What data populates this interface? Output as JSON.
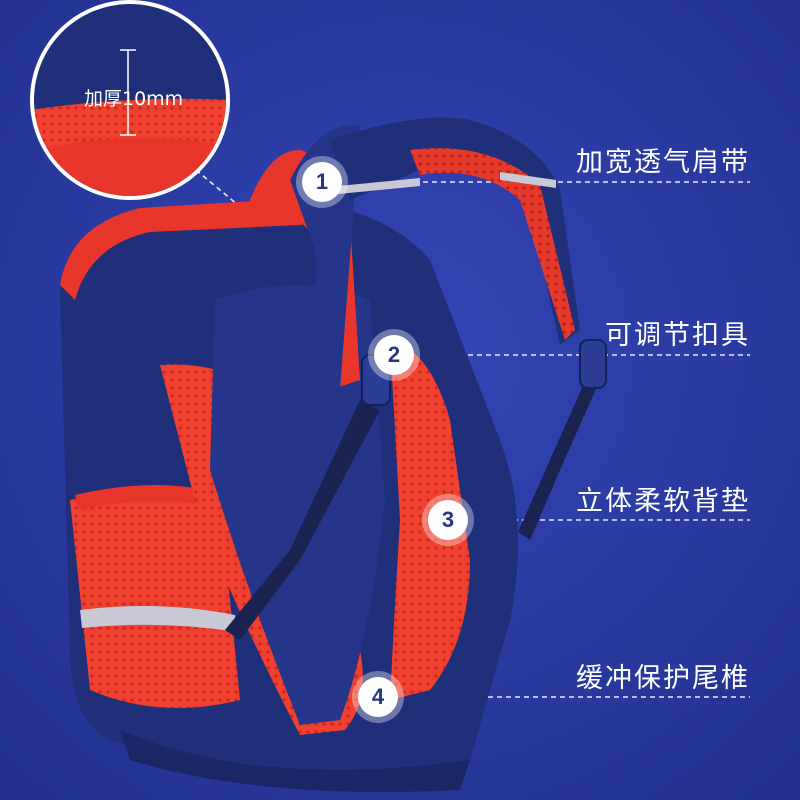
{
  "zoom_detail": {
    "label": "加厚10mm"
  },
  "callouts": [
    {
      "number": "1",
      "label": "加宽透气肩带"
    },
    {
      "number": "2",
      "label": "可调节扣具"
    },
    {
      "number": "3",
      "label": "立体柔软背垫"
    },
    {
      "number": "4",
      "label": "缓冲保护尾椎"
    }
  ],
  "colors": {
    "background": "#2a3aa3",
    "backpack_navy": "#1f2f7a",
    "backpack_red": "#e8362d",
    "badge_text": "#2a3580"
  }
}
